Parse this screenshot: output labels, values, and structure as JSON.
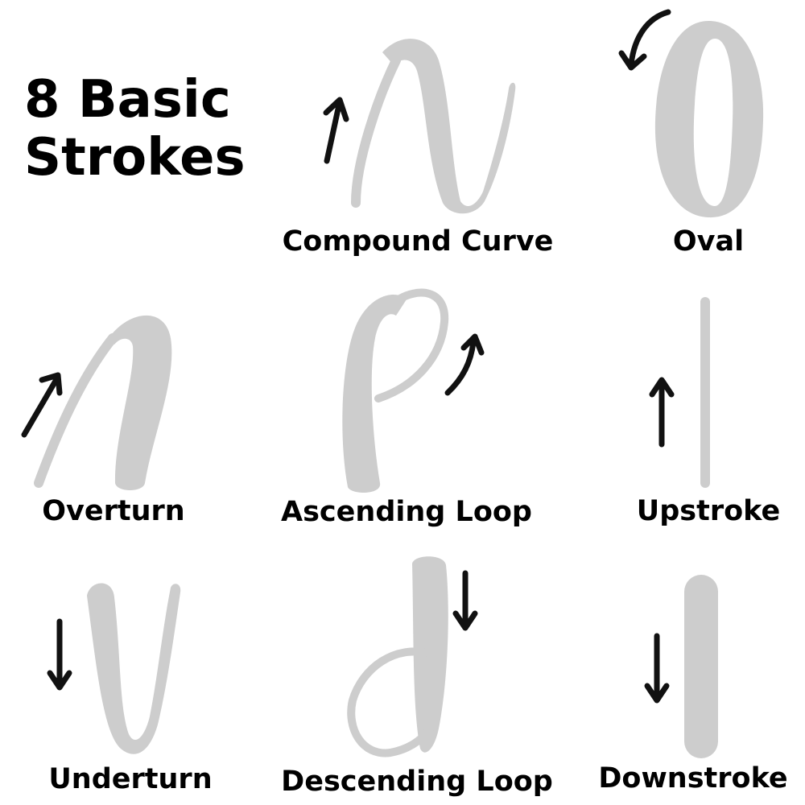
{
  "title": {
    "line1": "8 Basic",
    "line2": "Strokes"
  },
  "strokes": [
    {
      "label": "Compound Curve"
    },
    {
      "label": "Oval"
    },
    {
      "label": "Overturn"
    },
    {
      "label": "Ascending Loop"
    },
    {
      "label": "Upstroke"
    },
    {
      "label": "Underturn"
    },
    {
      "label": "Descending Loop"
    },
    {
      "label": "Downstroke"
    }
  ],
  "colors": {
    "stroke_fill": "#cdcdcd",
    "arrow": "#111111",
    "text": "#000000",
    "background": "#ffffff"
  }
}
